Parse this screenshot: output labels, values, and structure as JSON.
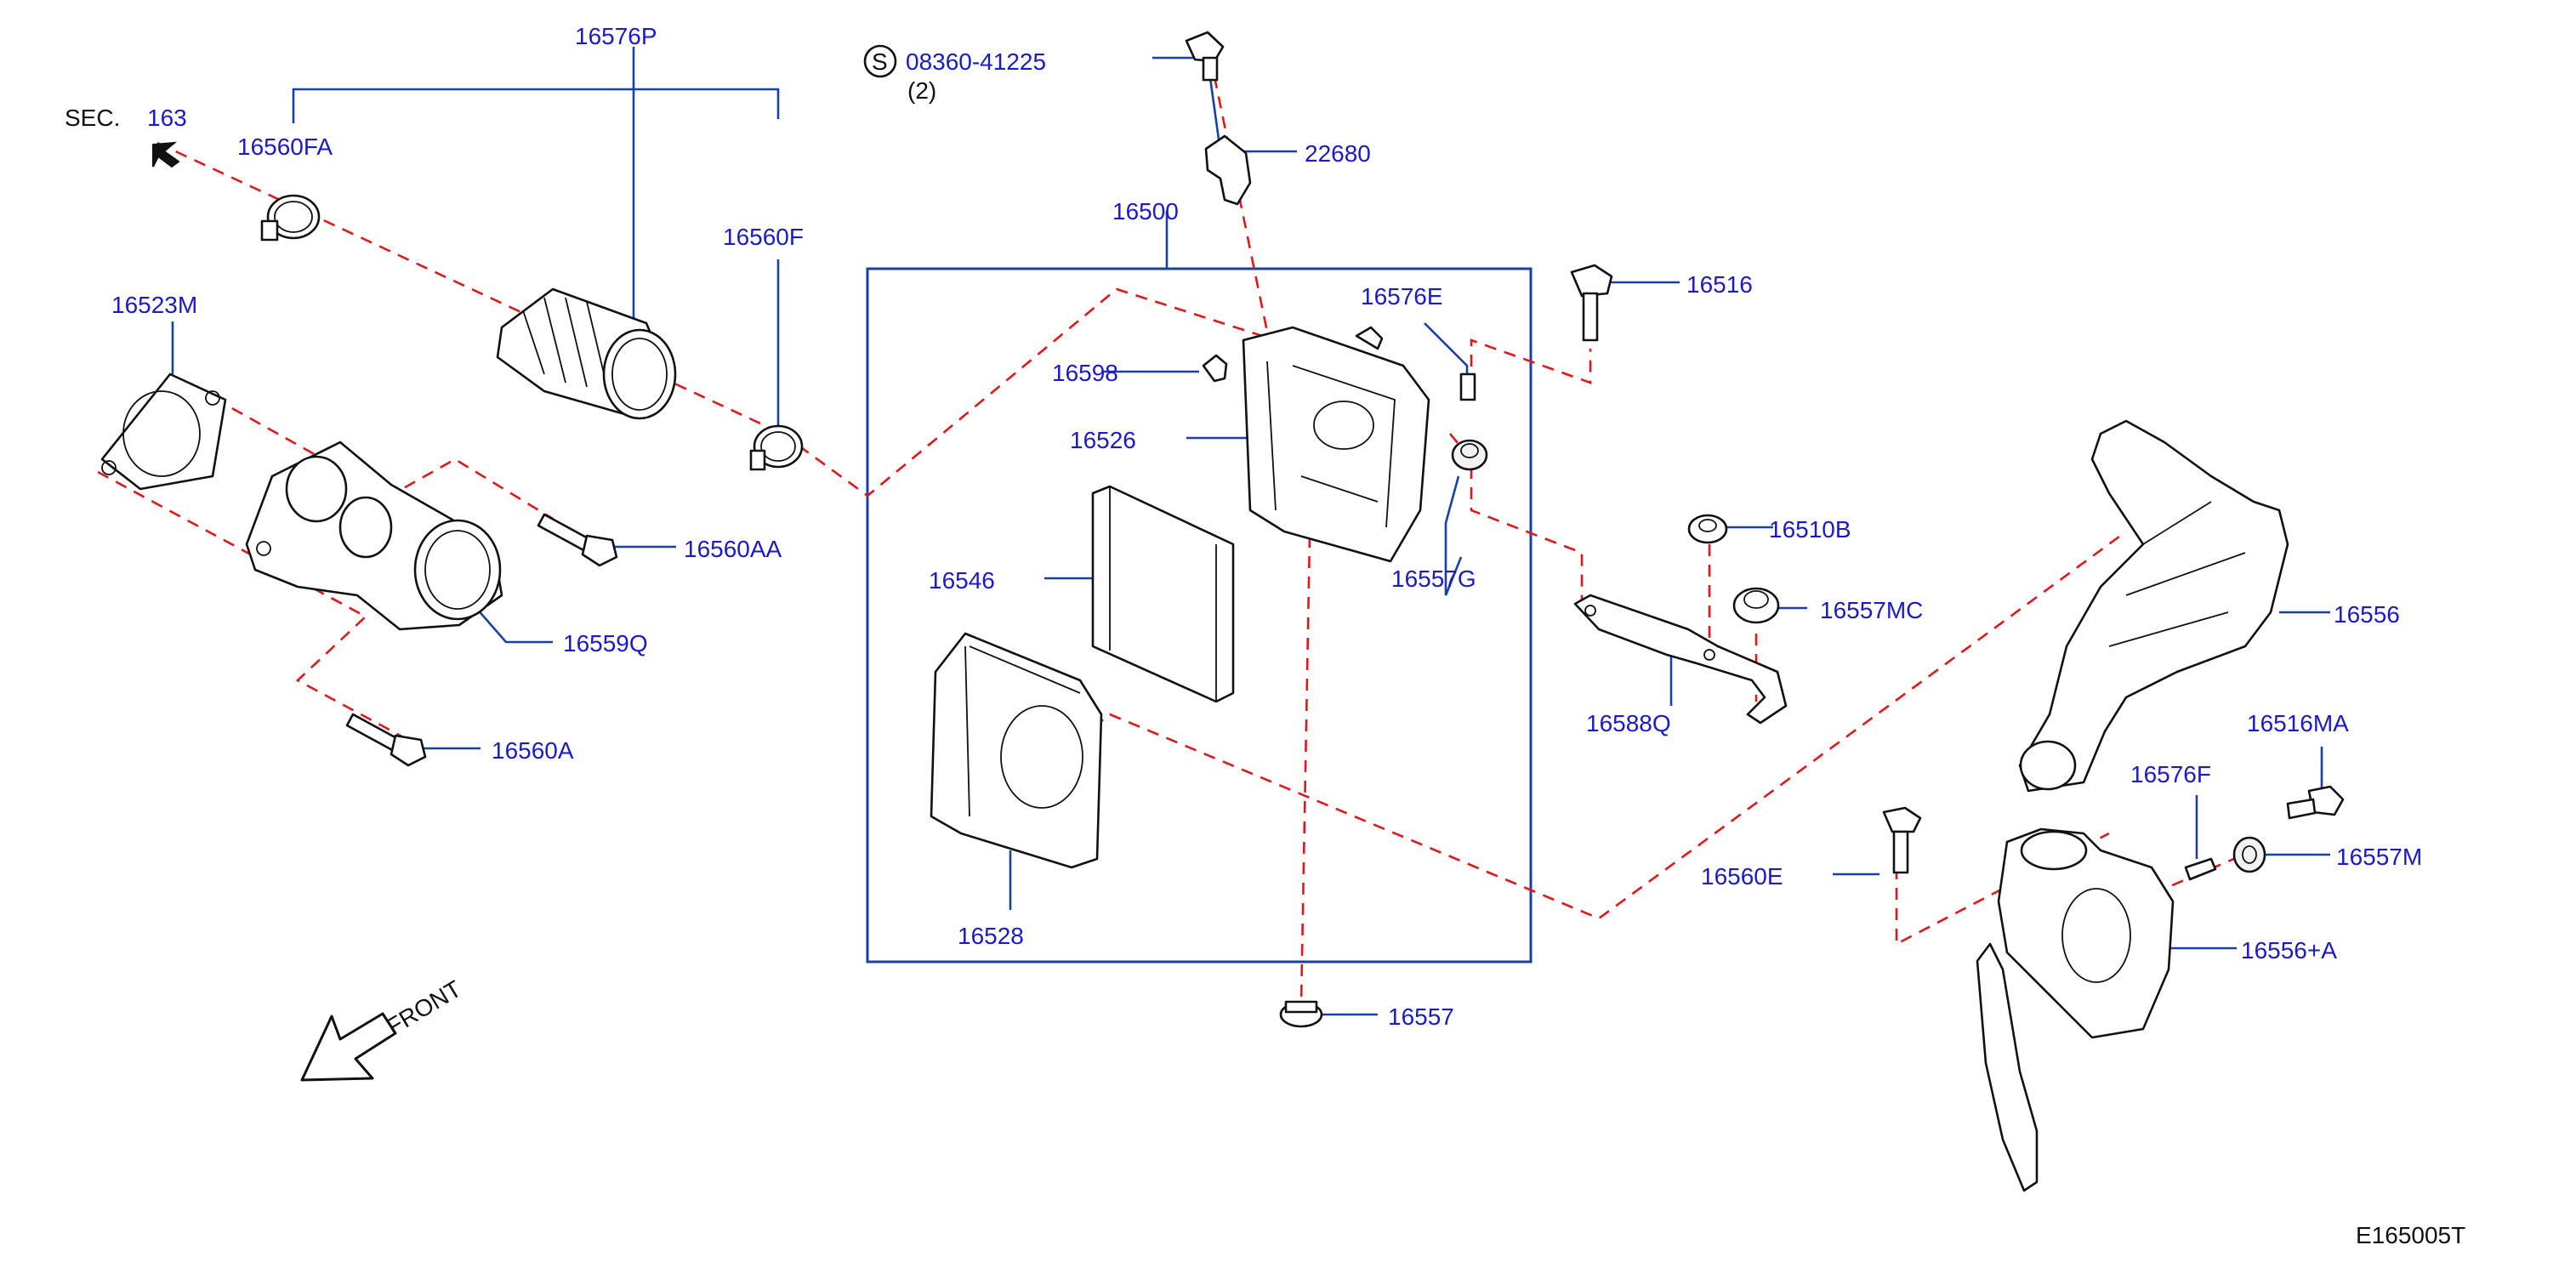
{
  "section_ref": {
    "prefix": "SEC.",
    "number": "163"
  },
  "screw_ref": {
    "symbol": "S",
    "number": "08360-41225",
    "qty": "(2)"
  },
  "front_label": "FRONT",
  "diagram_id": "E165005T",
  "parts": {
    "p16576P": "16576P",
    "p16560FA": "16560FA",
    "p16560F": "16560F",
    "p16523M": "16523M",
    "p16560AA": "16560AA",
    "p16559Q": "16559Q",
    "p16560A": "16560A",
    "p22680": "22680",
    "p16500": "16500",
    "p16598": "16598",
    "p16526": "16526",
    "p16546": "16546",
    "p16528": "16528",
    "p16557": "16557",
    "p16576E": "16576E",
    "p16557G": "16557G",
    "p16516": "16516",
    "p16510B": "16510B",
    "p16557MC": "16557MC",
    "p16588Q": "16588Q",
    "p16556": "16556",
    "p16516MA": "16516MA",
    "p16576F": "16576F",
    "p16557M": "16557M",
    "p16560E": "16560E",
    "p16556A": "16556+A"
  }
}
